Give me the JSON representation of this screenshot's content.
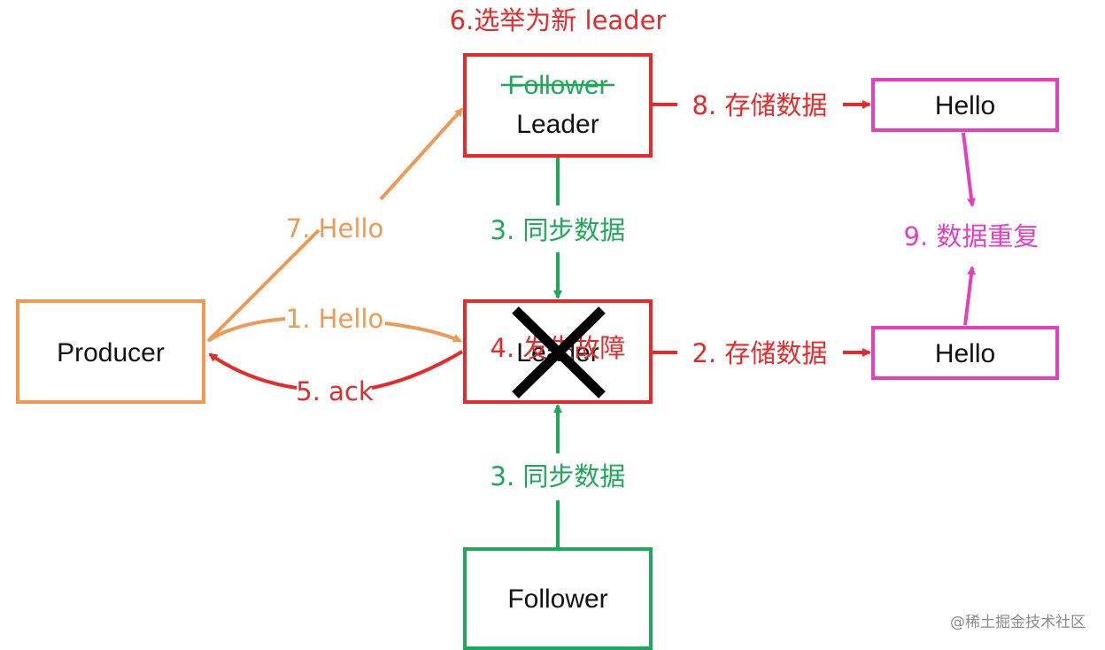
{
  "colors": {
    "producer": "#ee9a55",
    "red": "#e62a2a",
    "green": "#1fa85a",
    "magenta": "#e33fc0",
    "cross": "#000000"
  },
  "nodes": {
    "producer": "Producer",
    "new_leader_old_role": "Follower",
    "new_leader_role": "Leader",
    "failed_leader_role": "Leader",
    "follower": "Follower",
    "hello_top": "Hello",
    "hello_bottom": "Hello"
  },
  "labels": {
    "step1": "1. Hello",
    "step2": "2. 存储数据",
    "step3_top": "3. 同步数据",
    "step3_bottom": "3. 同步数据",
    "step4": "4. 发生故障",
    "step5": "5. ack",
    "step6": "6.选举为新 leader",
    "step7": "7. Hello",
    "step8": "8. 存储数据",
    "step9": "9. 数据重复"
  },
  "watermark": "@稀土掘金技术社区"
}
